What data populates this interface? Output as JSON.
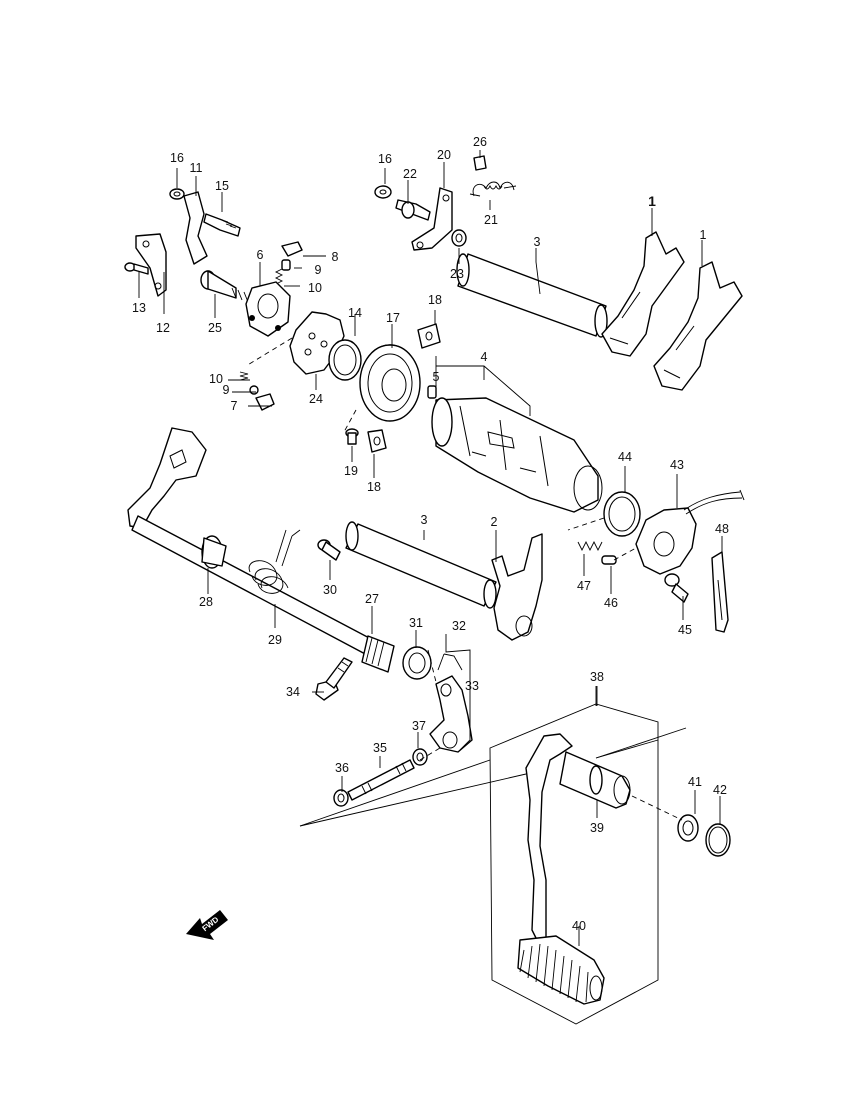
{
  "diagram": {
    "colors": {
      "line": "#000000",
      "background": "#ffffff"
    },
    "fwd_label": "FWD",
    "callouts": {
      "c1a": "1",
      "c1b": "1",
      "c2": "2",
      "c3a": "3",
      "c3b": "3",
      "c4": "4",
      "c5": "5",
      "c6": "6",
      "c7": "7",
      "c8": "8",
      "c9a": "9",
      "c9b": "9",
      "c10a": "10",
      "c10b": "10",
      "c11": "11",
      "c12": "12",
      "c13": "13",
      "c14": "14",
      "c15": "15",
      "c16a": "16",
      "c16b": "16",
      "c17": "17",
      "c18a": "18",
      "c18b": "18",
      "c19": "19",
      "c20": "20",
      "c21": "21",
      "c22": "22",
      "c23": "23",
      "c24": "24",
      "c25": "25",
      "c26": "26",
      "c27": "27",
      "c28": "28",
      "c29": "29",
      "c30": "30",
      "c31": "31",
      "c32": "32",
      "c33": "33",
      "c34": "34",
      "c35": "35",
      "c36": "36",
      "c37": "37",
      "c38": "38",
      "c39": "39",
      "c40": "40",
      "c41": "41",
      "c42": "42",
      "c43": "43",
      "c44": "44",
      "c45": "45",
      "c46": "46",
      "c47": "47",
      "c48": "48"
    }
  }
}
